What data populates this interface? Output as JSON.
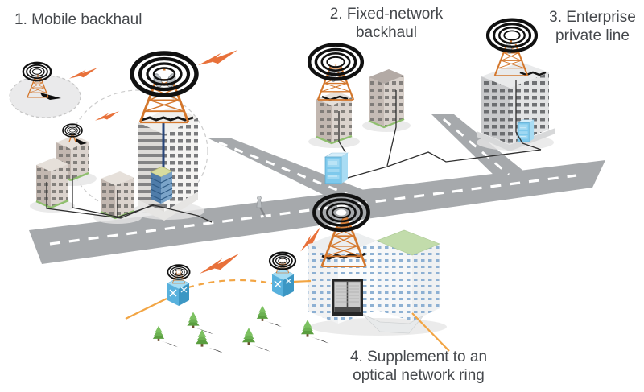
{
  "scenarios": {
    "s1": {
      "label": "1. Mobile backhaul"
    },
    "s2": {
      "line1": "2. Fixed-network",
      "line2": "backhaul"
    },
    "s3": {
      "line1": "3. Enterprise",
      "line2": "private line"
    },
    "s4": {
      "line1": "4. Supplement to an",
      "line2": "optical network ring"
    }
  },
  "colors": {
    "background": "#ffffff",
    "label_text": "#45484c",
    "tower_orange": "#d4772c",
    "microwave_bolt_orange": "#e8713a",
    "optical_ring_orange": "#f2a544",
    "road_gray": "#a6a9ac",
    "road_dash_white": "#ffffff",
    "antenna_rings_black": "#111111",
    "cable_black": "#2f2f2f",
    "street_cabinet_blue": "#7ec9ec",
    "router_cube_blue": "#58b1dd",
    "bbu_stack_blue": "#4f7ca9",
    "tree_green": "#6cb152",
    "roof_green": "#c2dcab",
    "coverage_fill_gray": "#eaeaeb"
  },
  "icons": {
    "antenna-rings-icon": "concentric black ellipses = radio signal",
    "lattice-tower-icon": "orange lattice microwave tower",
    "microwave-bolt-icon": "orange lightning bolt = microwave link",
    "router-cube-icon": "blue cube device with white cross arrows",
    "street-cabinet-icon": "light blue street cabinet",
    "bbu-stack-icon": "stacked blue baseband units beside pole",
    "equipment-rack-icon": "dark optical transmission rack",
    "pine-tree-icon": "green pine tree with black shadow",
    "coverage-ellipse-icon": "dashed gray coverage ellipse",
    "pedestrian-icon": "small gray figure standing on road"
  }
}
